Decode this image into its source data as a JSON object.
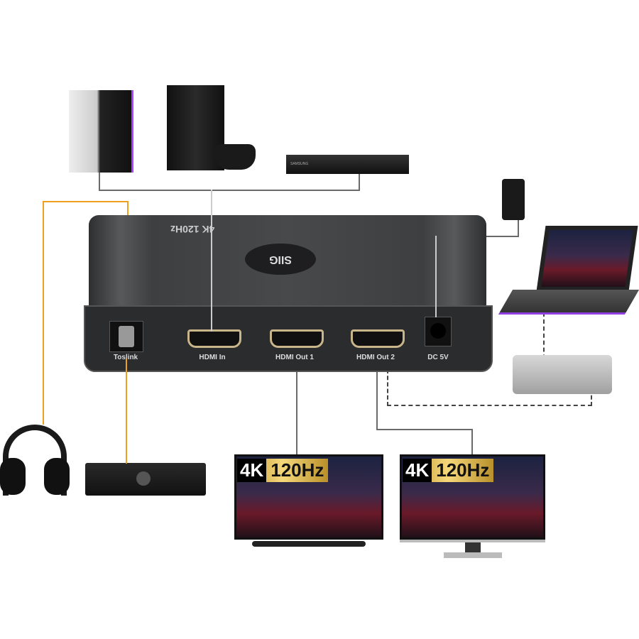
{
  "device": {
    "top_marking": "4K 120Hz",
    "logo": "SIIG",
    "ports": [
      {
        "label": "Toslink"
      },
      {
        "label": "HDMI In"
      },
      {
        "label": "HDMI Out 1"
      },
      {
        "label": "HDMI Out 2"
      },
      {
        "label": "DC 5V"
      }
    ]
  },
  "sources": [
    "gaming-pc",
    "game-console",
    "blu-ray-player"
  ],
  "bluray_brand": "SAMSUNG",
  "displays": [
    {
      "badge_k": "4K",
      "badge_hz": "120Hz"
    },
    {
      "badge_k": "4K",
      "badge_hz": "120Hz"
    }
  ],
  "colors": {
    "audio_line": "#f0a020",
    "video_line": "#6a6a6a",
    "device_body": "#3a3b3d",
    "badge_gold": "#e0c060"
  }
}
